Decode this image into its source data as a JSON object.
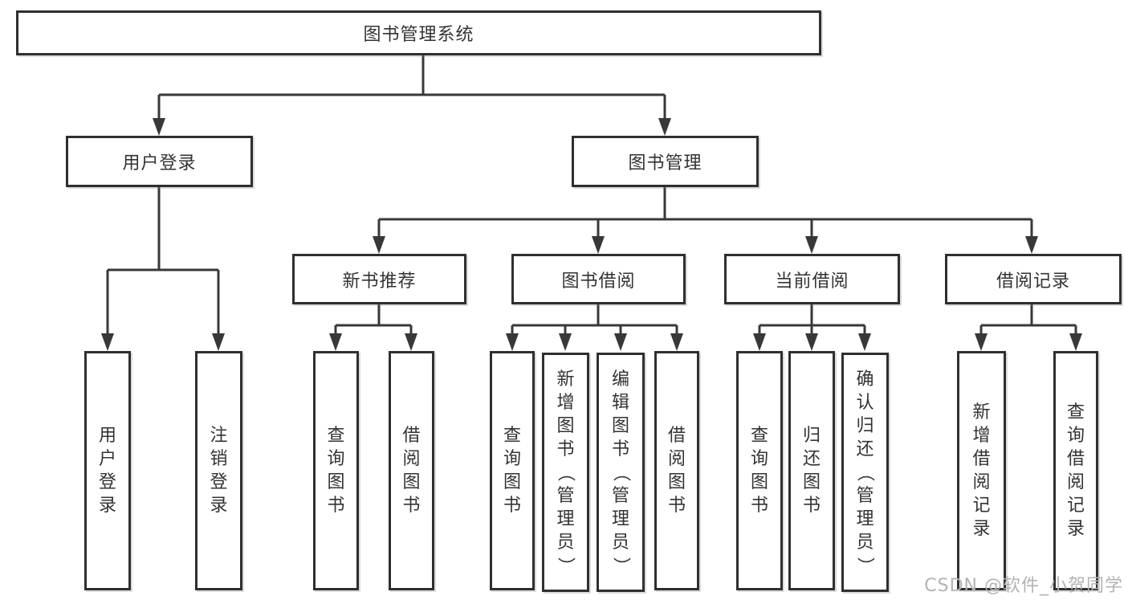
{
  "tree": {
    "root": {
      "label": "图书管理系统"
    },
    "user_login": {
      "label": "用户登录",
      "children": [
        {
          "label": "用户登录"
        },
        {
          "label": "注销登录"
        }
      ]
    },
    "book_management": {
      "label": "图书管理",
      "children": [
        {
          "label": "新书推荐",
          "children": [
            {
              "label": "查询图书"
            },
            {
              "label": "借阅图书"
            }
          ]
        },
        {
          "label": "图书借阅",
          "children": [
            {
              "label": "查询图书"
            },
            {
              "label": "新增图书（管理员）"
            },
            {
              "label": "编辑图书（管理员）"
            },
            {
              "label": "借阅图书"
            }
          ]
        },
        {
          "label": "当前借阅",
          "children": [
            {
              "label": "查询图书"
            },
            {
              "label": "归还图书"
            },
            {
              "label": "确认归还（管理员）"
            }
          ]
        },
        {
          "label": "借阅记录",
          "children": [
            {
              "label": "新增借阅记录"
            },
            {
              "label": "查询借阅记录"
            }
          ]
        }
      ]
    }
  },
  "watermark": {
    "text": "CSDN @软件_小贺同学"
  },
  "colors": {
    "line": "#383838",
    "text": "#333333",
    "watermark": "#b3b3b3",
    "box_background": "#ffffff"
  }
}
